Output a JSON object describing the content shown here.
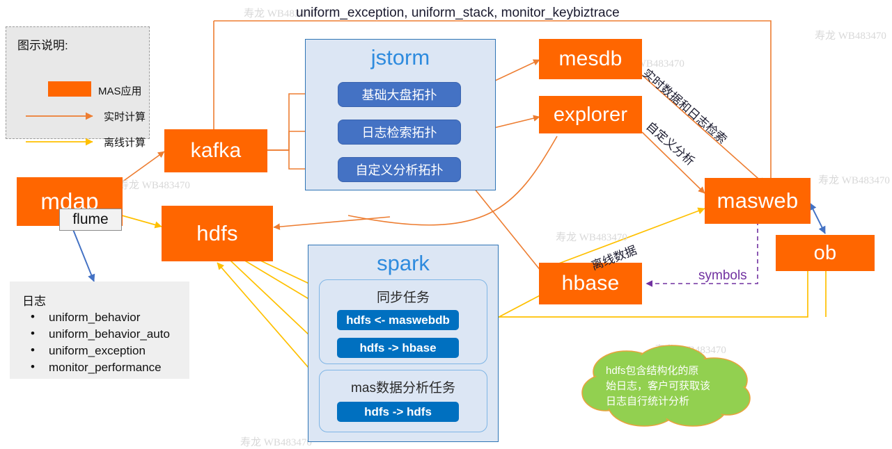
{
  "diagram": {
    "top_label": "uniform_exception, uniform_stack, monitor_keybiztrace",
    "watermark": "寿龙  WB483470"
  },
  "legend": {
    "title": "图示说明:",
    "app_label": "MAS应用",
    "realtime_label": "实时计算",
    "offline_label": "离线计算",
    "app_color": "#FF6600",
    "realtime_color": "#ED7D31",
    "offline_color": "#FFC000"
  },
  "nodes": {
    "mdap": "mdap",
    "flume": "flume",
    "kafka": "kafka",
    "hdfs": "hdfs",
    "mesdb": "mesdb",
    "explorer": "explorer",
    "hbase": "hbase",
    "masweb": "masweb",
    "ob": "ob"
  },
  "jstorm": {
    "title": "jstorm",
    "items": [
      {
        "label": "基础大盘拓扑"
      },
      {
        "label": "日志检索拓扑"
      },
      {
        "label": "自定义分析拓扑"
      }
    ]
  },
  "spark": {
    "title": "spark",
    "groups": [
      {
        "title": "同步任务",
        "items": [
          {
            "label": "hdfs <- maswebdb"
          },
          {
            "label": "hdfs -> hbase"
          }
        ]
      },
      {
        "title": "mas数据分析任务",
        "items": [
          {
            "label": "hdfs -> hdfs"
          }
        ]
      }
    ]
  },
  "log_note": {
    "title": "日志",
    "items": [
      "uniform_behavior",
      "uniform_behavior_auto",
      "uniform_exception",
      "monitor_performance"
    ]
  },
  "cloud_note": {
    "line1": "hdfs包含结构化的原",
    "line2": "始日志，客户可获取该",
    "line3": "日志自行统计分析",
    "fill": "#92D050",
    "stroke": "#E8A33D"
  },
  "edge_labels": {
    "realtime_search": "实时数据和日志检索",
    "custom_analysis": "自定义分析",
    "offline_data": "离线数据",
    "symbols": "symbols"
  }
}
